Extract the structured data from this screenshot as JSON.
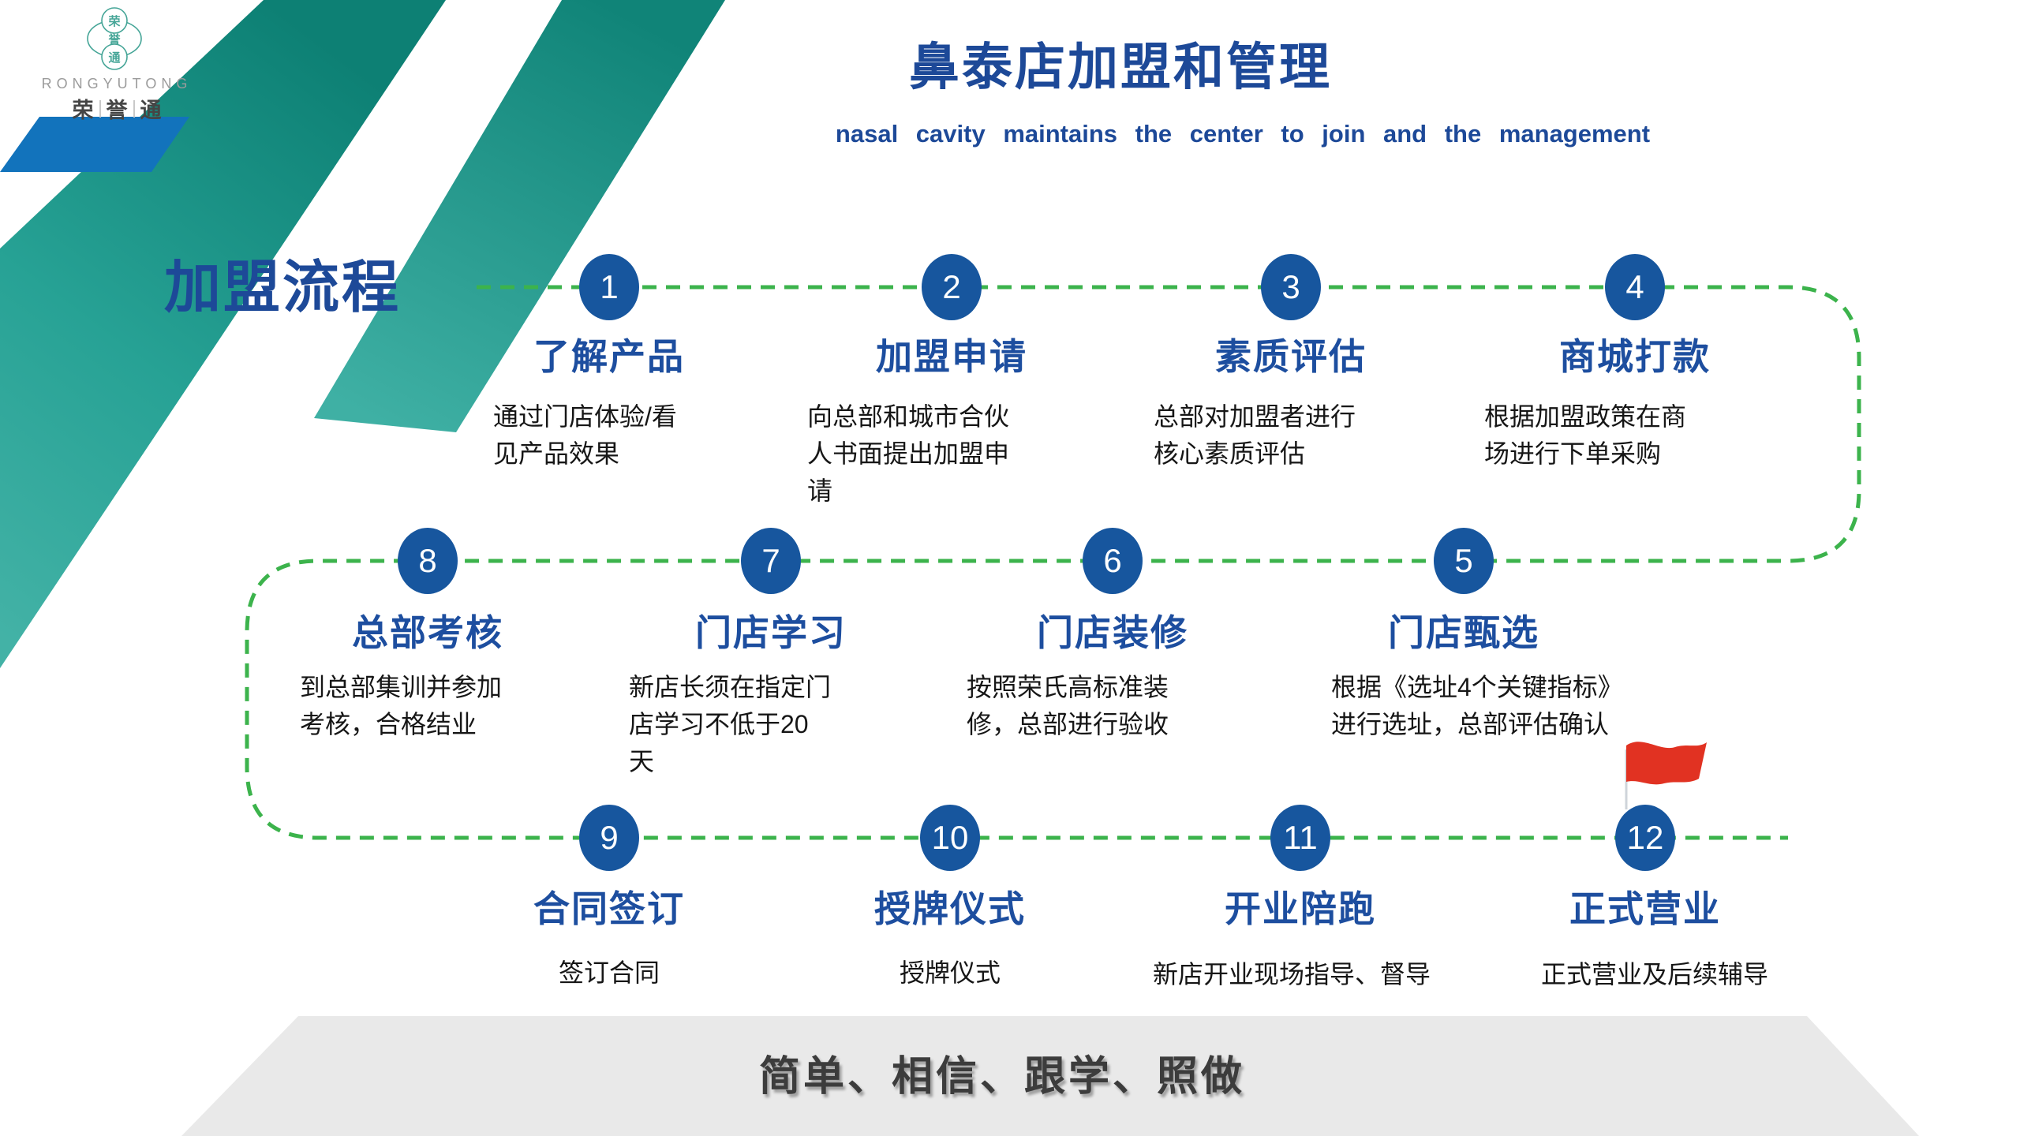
{
  "logo": {
    "emblem_chars": [
      "荣",
      "誉",
      "通"
    ],
    "latin": "RONGYUTONG",
    "name_chars": [
      "荣",
      "誉",
      "通"
    ]
  },
  "header": {
    "title": "鼻泰店加盟和管理",
    "subtitle": "nasal cavity maintains the center to join and the management"
  },
  "section": {
    "title": "加盟流程"
  },
  "steps": [
    {
      "num": "1",
      "title": "了解产品",
      "desc": "通过门店体验/看\n见产品效果"
    },
    {
      "num": "2",
      "title": "加盟申请",
      "desc": "向总部和城市合伙\n人书面提出加盟申\n请"
    },
    {
      "num": "3",
      "title": "素质评估",
      "desc": "总部对加盟者进行\n核心素质评估"
    },
    {
      "num": "4",
      "title": "商城打款",
      "desc": "根据加盟政策在商\n场进行下单采购"
    },
    {
      "num": "5",
      "title": "门店甄选",
      "desc": "根据《选址4个关键指标》\n进行选址，总部评估确认"
    },
    {
      "num": "6",
      "title": "门店装修",
      "desc": "按照荣氏高标准装\n修，总部进行验收"
    },
    {
      "num": "7",
      "title": "门店学习",
      "desc": "新店长须在指定门\n店学习不低于20\n天"
    },
    {
      "num": "8",
      "title": "总部考核",
      "desc": "到总部集训并参加\n考核，合格结业"
    },
    {
      "num": "9",
      "title": "合同签订",
      "desc": "签订合同"
    },
    {
      "num": "10",
      "title": "授牌仪式",
      "desc": "授牌仪式"
    },
    {
      "num": "11",
      "title": "开业陪跑",
      "desc": "新店开业现场指导、督导"
    },
    {
      "num": "12",
      "title": "正式营业",
      "desc": "正式营业及后续辅导"
    }
  ],
  "footer": {
    "slogan": "简单、相信、跟学、照做"
  },
  "colors": {
    "accent_blue": "#1d4998",
    "circle_blue": "#17569e",
    "dash_green": "#3cb34c",
    "teal_dark": "#0d8074",
    "teal_light": "#43b2a6",
    "banner_blue": "#1273bc",
    "flag_red": "#e13222",
    "footer_gray": "#e9e9e9"
  }
}
